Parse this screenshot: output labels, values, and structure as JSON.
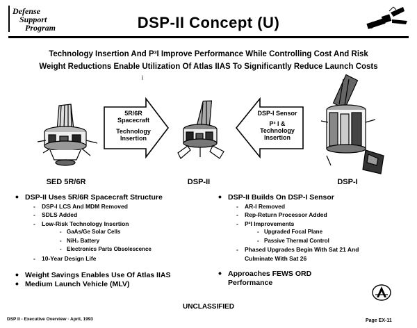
{
  "header": {
    "logo_line1": "Defense",
    "logo_line2": "Support",
    "logo_line3": "Program",
    "title": "DSP-II Concept (U)"
  },
  "headlines": {
    "line1": "Technology Insertion And P³I Improve Performance While Controlling Cost And Risk",
    "line2": "Weight Reductions Enable Utilization Of Atlas IIAS To Significantly Reduce Launch Costs",
    "stray_mark": "i"
  },
  "figures": {
    "left_caption": "SED 5R/6R",
    "center_caption": "DSP-II",
    "right_caption": "DSP-I"
  },
  "arrows": {
    "right_arrow": [
      "5R/6R",
      "Spacecraft",
      "",
      "Technology",
      "Insertion"
    ],
    "left_arrow": [
      "DSP-I Sensor",
      "",
      "P³ I &",
      "Technology",
      "Insertion"
    ]
  },
  "left_list": {
    "item1": "DSP-II Uses 5R/6R Spacecraft Structure",
    "item1_sub": [
      "DSP-I LCS And MDM Removed",
      "SDLS Added",
      "Low-Risk Technology Insertion"
    ],
    "item1_subsub": [
      "GaAs/Ge Solar Cells",
      "NiH₂ Battery",
      "Electronics Parts Obsolescence"
    ],
    "item1_last": "10-Year Design Life",
    "item2_line1": "Weight Savings Enables Use Of Atlas IIAS",
    "item2_line2": "Medium Launch Vehicle (MLV)"
  },
  "right_list": {
    "item1": "DSP-II Builds On DSP-I Sensor",
    "item1_sub": [
      "AR-I Removed",
      "Rep-Return Processor Added",
      "P³I Improvements"
    ],
    "item1_subsub": [
      "Upgraded Focal Plane",
      "Passive Thermal Control"
    ],
    "item1_last_line1": "Phased Upgrades Begin With Sat 21 And",
    "item1_last_line2": "Culminate With Sat 26",
    "item2_line1": "Approaches FEWS ORD",
    "item2_line2": "Performance"
  },
  "footer": {
    "classification": "UNCLASSIFIED",
    "left": "DSP II - Executive Overview  ·  April, 1993",
    "right": "Page EX-11"
  }
}
